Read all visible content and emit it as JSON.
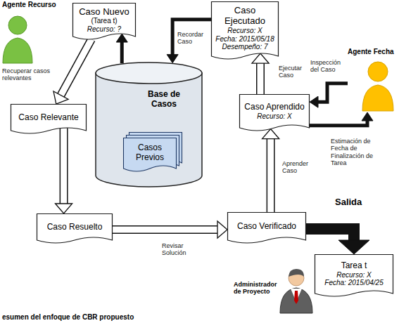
{
  "diagram": {
    "caption": "esumen del enfoque de CBR propuesto",
    "nodes": [
      {
        "text": [
          "Agente Recurso"
        ]
      },
      {
        "text": [
          "Caso Nuevo",
          "(Tarea t)",
          "Recurso: ?"
        ]
      },
      {
        "text": [
          "Caso Ejecutado",
          "Recurso: X",
          "Fecha: 2015/05/18",
          "Desempeño: 7"
        ]
      },
      {
        "text": [
          "Agente Fecha"
        ]
      },
      {
        "text": [
          "Base de Casos"
        ]
      },
      {
        "text": [
          "Casos Previos"
        ],
        "in": 4
      },
      {
        "text": [
          "Caso Relevante"
        ]
      },
      {
        "text": [
          "Caso Aprendido",
          "Recurso: X"
        ]
      },
      {
        "text": [
          "Caso Resuelto"
        ]
      },
      {
        "text": [
          "Caso Verificado"
        ]
      },
      {
        "text": [
          "Tarea t",
          "Recurso: X",
          "Fecha: 2015/04/25"
        ]
      },
      {
        "text": [
          "Administrador de Proyecto"
        ]
      }
    ],
    "edges": [
      {
        "from": 1,
        "to": 6,
        "label": "Recuperar casos relevantes",
        "arrow": "to"
      },
      {
        "from": 2,
        "to": 4,
        "label": "Recordar Caso",
        "arrow": "to"
      },
      {
        "from": 4,
        "to": 1,
        "arrow": "to"
      },
      {
        "from": 6,
        "to": 8,
        "arrow": "to"
      },
      {
        "from": 8,
        "to": 9,
        "label": "Revisar Solución",
        "arrow": "to"
      },
      {
        "from": 9,
        "to": 7,
        "label": "Aprender Caso",
        "arrow": "to"
      },
      {
        "from": 7,
        "to": 2,
        "label": "Ejecutar Caso",
        "arrow": "to"
      },
      {
        "from": 3,
        "to": 7,
        "label": "Inspección del Caso",
        "arrow": "to"
      },
      {
        "from": 7,
        "to": 3,
        "label": "Estimación de Fecha de Finalización de Tarea",
        "arrow": "to"
      },
      {
        "from": 9,
        "to": 10,
        "label": "Salida",
        "arrow": "to"
      }
    ]
  }
}
